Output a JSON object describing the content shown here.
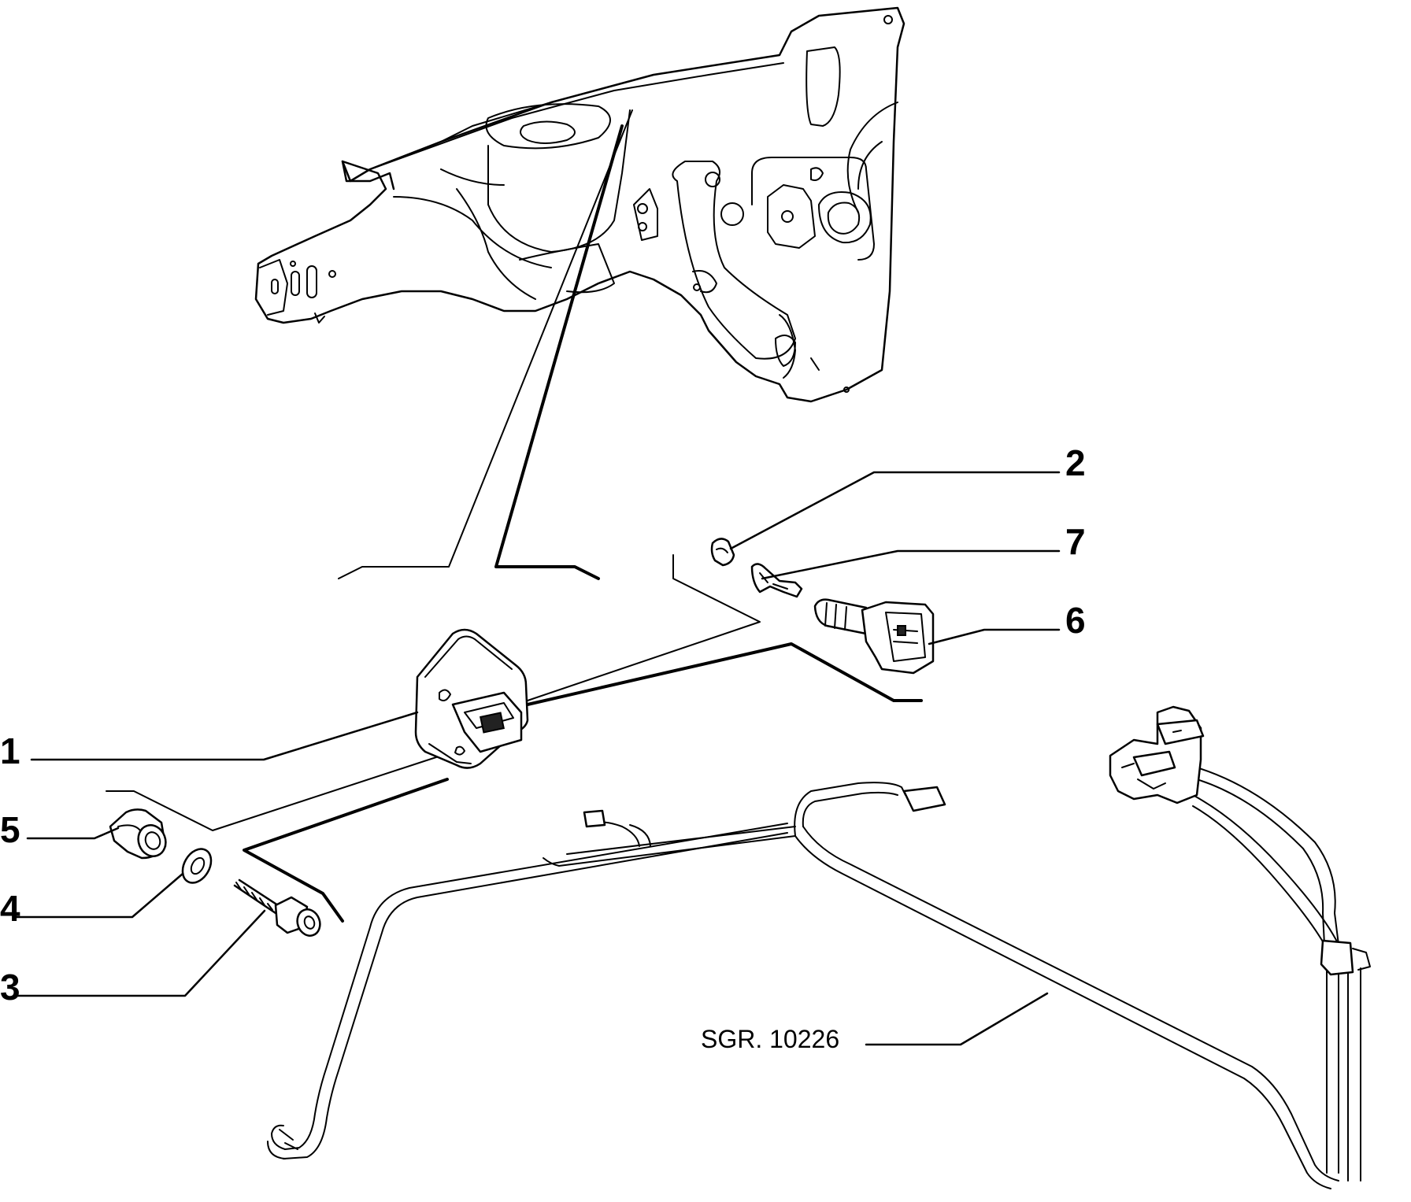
{
  "callouts": [
    {
      "id": "1",
      "text": "1"
    },
    {
      "id": "2",
      "text": "2"
    },
    {
      "id": "3",
      "text": "3"
    },
    {
      "id": "4",
      "text": "4"
    },
    {
      "id": "5",
      "text": "5"
    },
    {
      "id": "6",
      "text": "6"
    },
    {
      "id": "7",
      "text": "7"
    }
  ],
  "reference": {
    "text": "SGR. 10226"
  }
}
